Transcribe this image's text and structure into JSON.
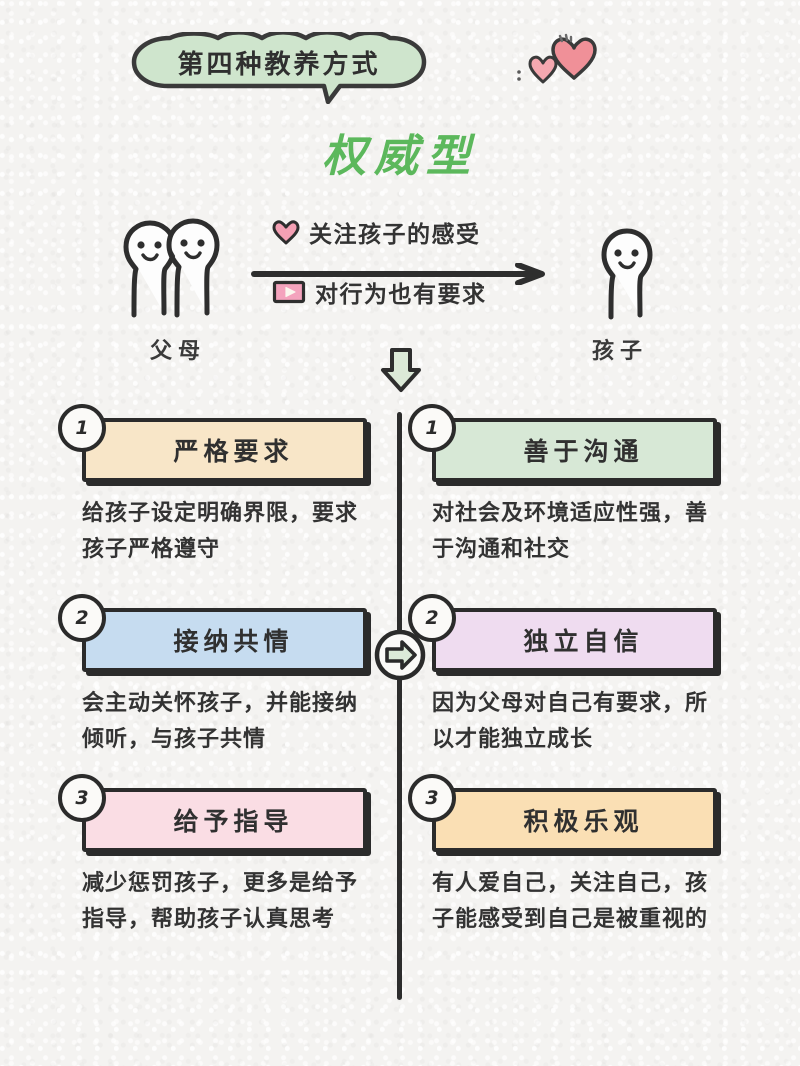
{
  "header": {
    "bubble_text": "第四种教养方式",
    "main_title": "权威型",
    "heart_decoration": "hearts-icon"
  },
  "diagram": {
    "parents_label": "父母",
    "child_label": "孩子",
    "arrow_items": [
      {
        "icon": "heart-icon",
        "text": "关注孩子的感受"
      },
      {
        "icon": "play-button-icon",
        "text": "对行为也有要求"
      }
    ]
  },
  "columns": {
    "left": [
      {
        "number": "1",
        "title": "严格要求",
        "desc": "给孩子设定明确界限，要求孩子严格遵守",
        "color": "#f8e6c8"
      },
      {
        "number": "2",
        "title": "接纳共情",
        "desc": "会主动关怀孩子，并能接纳倾听，与孩子共情",
        "color": "#c6dcf0"
      },
      {
        "number": "3",
        "title": "给予指导",
        "desc": "减少惩罚孩子，更多是给予指导，帮助孩子认真思考",
        "color": "#fadde4"
      }
    ],
    "right": [
      {
        "number": "1",
        "title": "善于沟通",
        "desc": "对社会及环境适应性强，善于沟通和社交",
        "color": "#d7e8d6"
      },
      {
        "number": "2",
        "title": "独立自信",
        "desc": "因为父母对自己有要求，所以才能独立成长",
        "color": "#efdcf0"
      },
      {
        "number": "3",
        "title": "积极乐观",
        "desc": "有人爱自己，关注自己，孩子能感受到自己是被重视的",
        "color": "#fadfb4"
      }
    ]
  },
  "colors": {
    "background": "#f4f3f1",
    "ink": "#2b2b2b",
    "title_green": "#5cb85c",
    "bubble_fill": "#cfe5cd",
    "heart_pink": "#f09098",
    "play_pink": "#f4a3bd",
    "arrow_green": "#dcead8"
  }
}
